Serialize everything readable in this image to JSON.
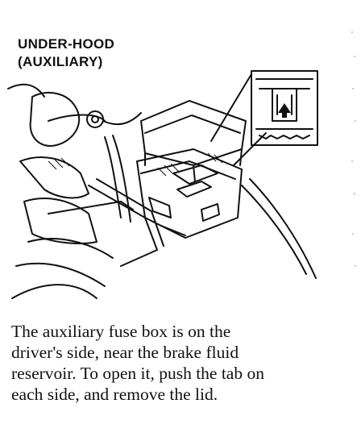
{
  "heading": {
    "line1": "UNDER-HOOD",
    "line2": "(AUXILIARY)"
  },
  "caption": {
    "line1": "The auxiliary fuse box is on the",
    "line2": "driver's side, near the brake fluid",
    "line3": "reservoir. To open it, push the tab on",
    "line4": "each side, and remove the lid."
  },
  "figure": {
    "icon": "fuse-box-illustration"
  }
}
